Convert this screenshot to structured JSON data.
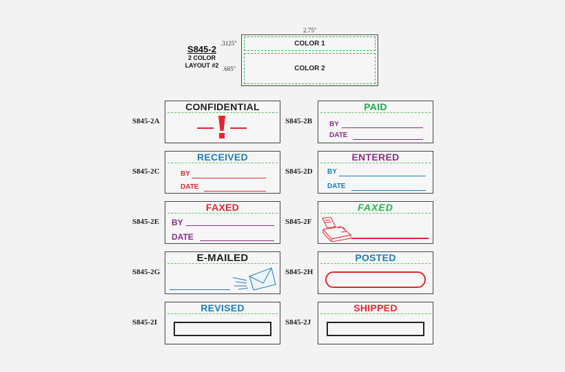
{
  "header": {
    "model": "S845-2",
    "subtitle_1": "2 COLOR",
    "subtitle_2": "LAYOUT #2",
    "width_dim": "2.75\"",
    "line1_dim": ".3125\"",
    "line2_dim": ".685\"",
    "line1_label": "COLOR 1",
    "line2_label": "COLOR 2"
  },
  "colors": {
    "black": "#222222",
    "red": "#e4262f",
    "green": "#1fa84a",
    "blue": "#1c7bb8",
    "purple": "#8b2d8a",
    "dash_green": "#5cc25a",
    "bright_green": "#2bb24c"
  },
  "stamps": {
    "a": {
      "code": "S845-2A",
      "title": "CONFIDENTIAL",
      "icon": "exclamation-icon"
    },
    "b": {
      "code": "S845-2B",
      "title": "PAID",
      "by": "BY",
      "date": "DATE"
    },
    "c": {
      "code": "S845-2C",
      "title": "RECEIVED",
      "by": "BY",
      "date": "DATE"
    },
    "d": {
      "code": "S845-2D",
      "title": "ENTERED",
      "by": "BY",
      "date": "DATE"
    },
    "e": {
      "code": "S845-2E",
      "title": "FAXED",
      "by": "BY",
      "date": "DATE"
    },
    "f": {
      "code": "S845-2F",
      "title": "FAXED",
      "icon": "fax-machine-icon"
    },
    "g": {
      "code": "S845-2G",
      "title": "E-MAILED",
      "icon": "envelope-icon"
    },
    "h": {
      "code": "S845-2H",
      "title": "POSTED"
    },
    "i": {
      "code": "S845-2I",
      "title": "REVISED"
    },
    "j": {
      "code": "S845-2J",
      "title": "SHIPPED"
    }
  }
}
